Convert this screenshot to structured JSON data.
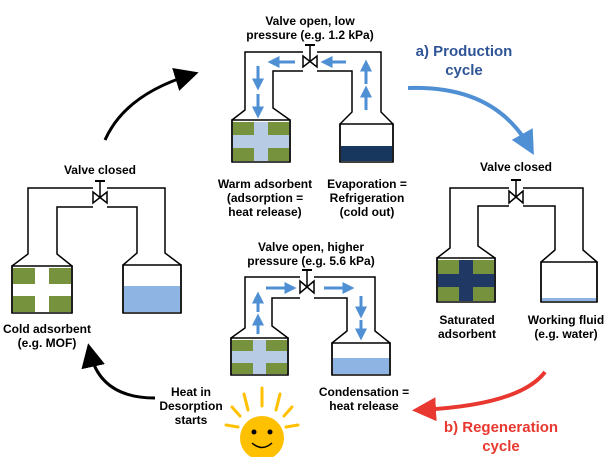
{
  "colors": {
    "adsorbent_green": "#76923c",
    "liquid_light": "#8db4e2",
    "liquid_dark": "#17375e",
    "cross_light": "#b7cce4",
    "cross_dark": "#1f3864",
    "flow_arrow": "#4f8fd4",
    "production_arrow": "#4f8fd4",
    "production_text": "#2f5597",
    "regeneration_arrow": "#e8382f",
    "regeneration_text": "#e8382f",
    "sun": "#ffc000"
  },
  "labels": {
    "top_valve": "Valve open, low\npressure (e.g. 1.2 kPa)",
    "top_left": "Warm adsorbent\n(adsorption =\nheat release)",
    "top_right": "Evaporation =\nRefrigeration\n(cold out)",
    "right_valve": "Valve closed",
    "right_left": "Saturated\nadsorbent",
    "right_right": "Working fluid\n(e.g. water)",
    "bottom_valve": "Valve open, higher\npressure (e.g. 5.6 kPa)",
    "bottom_right": "Condensation =\nheat release",
    "bottom_heat": "Heat in\nDesorption\nstarts",
    "left_valve": "Valve closed",
    "left_left": "Cold adsorbent\n(e.g. MOF)"
  },
  "cycles": {
    "production": "a) Production\ncycle",
    "regeneration": "b) Regeneration\ncycle"
  },
  "icons": {
    "valve": "valve-icon",
    "sun": "sun-icon"
  }
}
